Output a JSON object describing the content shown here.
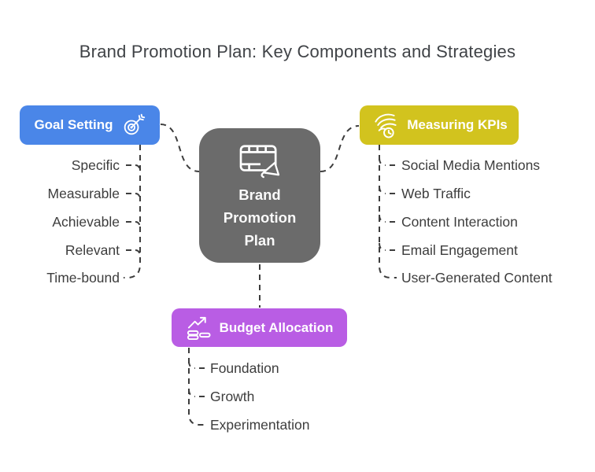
{
  "title": "Brand Promotion Plan: Key Components and Strategies",
  "colors": {
    "goal_setting": "#4a86e8",
    "measuring_kpis": "#d2c31e",
    "budget_allocation": "#b95de4",
    "central_node": "#6b6b6b",
    "connector_line": "#3d3d3d",
    "leaf_text": "#3d3d3d",
    "title_text": "#404347"
  },
  "center": {
    "label": "Brand Promotion Plan",
    "icon": "film-megaphone"
  },
  "branches": [
    {
      "id": "goal-setting",
      "label": "Goal Setting",
      "icon": "dartboard-target",
      "color": "#4a86e8",
      "items": [
        "Specific",
        "Measurable",
        "Achievable",
        "Relevant",
        "Time-bound"
      ]
    },
    {
      "id": "measuring-kpis",
      "label": "Measuring KPIs",
      "icon": "wind-clock",
      "color": "#d2c31e",
      "items": [
        "Social Media Mentions",
        "Web Traffic",
        "Content Interaction",
        "Email Engagement",
        "User-Generated Content"
      ]
    },
    {
      "id": "budget-allocation",
      "label": "Budget Allocation",
      "icon": "growth-chart-coins",
      "color": "#b95de4",
      "items": [
        "Foundation",
        "Growth",
        "Experimentation"
      ]
    }
  ]
}
